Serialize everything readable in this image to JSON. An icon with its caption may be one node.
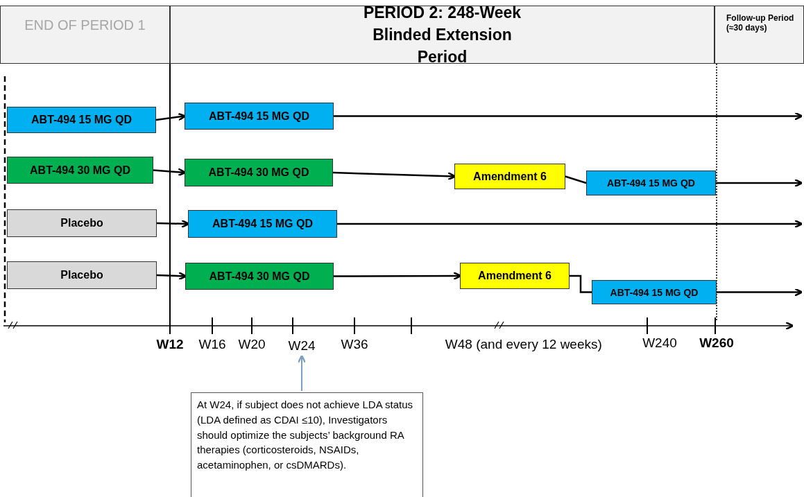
{
  "diagram": {
    "nodes": [
      {
        "text": [
          "END OF PERIOD 1"
        ]
      },
      {
        "text": [
          "PERIOD 2: 248-Week Blinded Extension Period"
        ]
      },
      {
        "text": [
          "Follow-up  Period (≈30 days)"
        ]
      },
      {
        "text": [
          "ABT-494 15 MG QD"
        ]
      },
      {
        "text": [
          "ABT-494 15 MG QD"
        ]
      },
      {
        "text": [
          "ABT-494 30 MG QD"
        ]
      },
      {
        "text": [
          "ABT-494 30 MG QD"
        ]
      },
      {
        "text": [
          "Amendment 6"
        ]
      },
      {
        "text": [
          "ABT-494 15 MG QD"
        ]
      },
      {
        "text": [
          "Placebo"
        ]
      },
      {
        "text": [
          "ABT-494 15 MG QD"
        ]
      },
      {
        "text": [
          "Placebo"
        ]
      },
      {
        "text": [
          "ABT-494 30 MG QD"
        ]
      },
      {
        "text": [
          "Amendment 6"
        ]
      },
      {
        "text": [
          "ABT-494 15 MG QD"
        ]
      },
      {
        "text": [
          "W24"
        ]
      },
      {
        "text": [
          "At W24, if subject does not achieve LDA status (LDA defined as CDAI ≤10), Investigators should optimize the subjects’ background RA therapies (corticosteroids, NSAIDs, acetaminophen, or csDMARDs)."
        ]
      }
    ],
    "edges": [
      {
        "from": 3,
        "to": 4,
        "arrow": "to"
      },
      {
        "from": 4,
        "to": null,
        "arrow": "to"
      },
      {
        "from": 5,
        "to": 6,
        "arrow": "to"
      },
      {
        "from": 6,
        "to": 7,
        "arrow": "to"
      },
      {
        "from": 7,
        "to": 8,
        "arrow": "none"
      },
      {
        "from": 8,
        "to": null,
        "arrow": "to"
      },
      {
        "from": 9,
        "to": 10,
        "arrow": "to"
      },
      {
        "from": 10,
        "to": null,
        "arrow": "to"
      },
      {
        "from": 11,
        "to": 12,
        "arrow": "to"
      },
      {
        "from": 12,
        "to": 13,
        "arrow": "to"
      },
      {
        "from": 13,
        "to": 14,
        "arrow": "none"
      },
      {
        "from": 14,
        "to": null,
        "arrow": "to"
      },
      {
        "from": 16,
        "to": 15,
        "arrow": "to",
        "color": "#7f9fbf"
      }
    ],
    "labels": [
      "W12",
      "W16",
      "W20",
      "W36",
      "W48 (and every 12 weeks)",
      "W240",
      "W260"
    ]
  }
}
